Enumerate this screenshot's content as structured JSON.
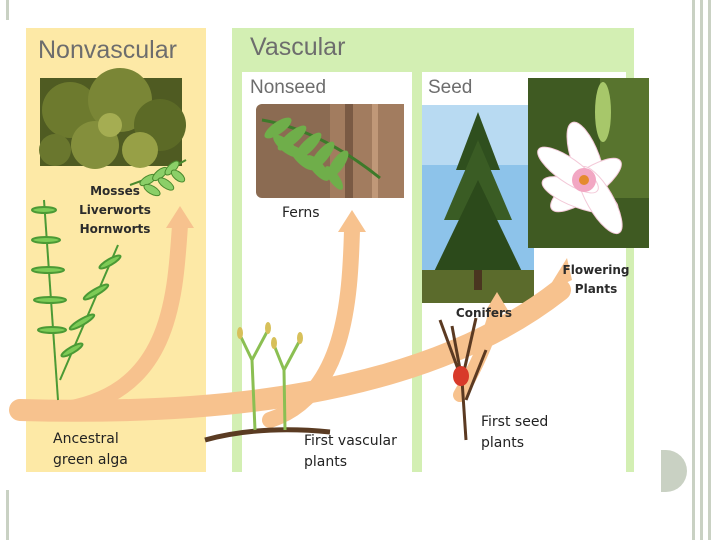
{
  "headers": {
    "nonvascular": "Nonvascular",
    "vascular": "Vascular",
    "nonseed": "Nonseed",
    "seed": "Seed"
  },
  "labels": {
    "mosses": "Mosses",
    "liverworts": "Liverworts",
    "hornworts": "Hornworts",
    "ferns": "Ferns",
    "conifers": "Conifers",
    "flowering_1": "Flowering",
    "flowering_2": "Plants",
    "ancestral_1": "Ancestral",
    "ancestral_2": "green alga",
    "first_vascular_1": "First vascular",
    "first_vascular_2": "plants",
    "first_seed_1": "First seed",
    "first_seed_2": "plants"
  },
  "colors": {
    "nonvascular_panel": "#fde9a6",
    "vascular_panel": "#d3efb3",
    "arrow": "#f7c28e",
    "slide_rails": "#c9d1c3"
  },
  "icons": [
    "moss-photo",
    "fern-photo",
    "conifer-photo",
    "lily-photo",
    "green-alga-icon",
    "first-vascular-plant-icon",
    "first-seed-plant-icon",
    "fern-frond-icon"
  ]
}
